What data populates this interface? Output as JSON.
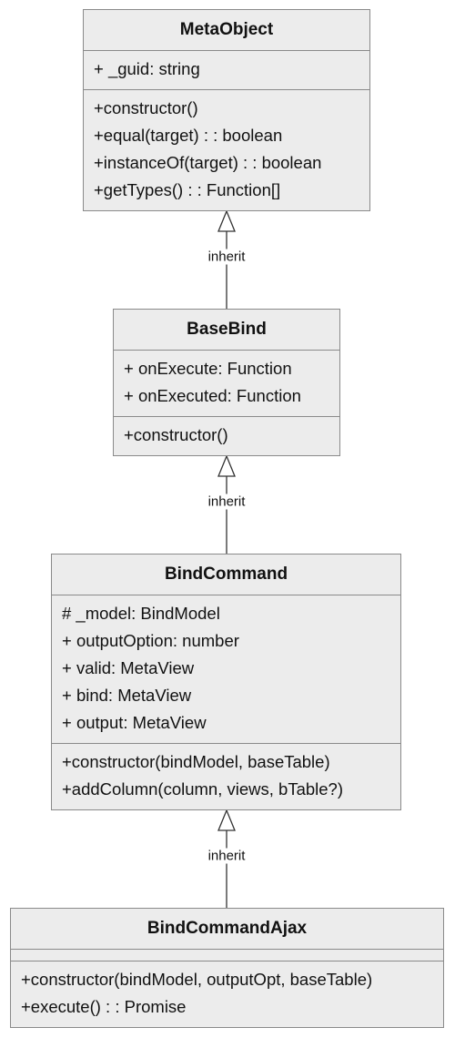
{
  "classes": [
    {
      "name": "MetaObject",
      "attributes": [
        "+ _guid: string"
      ],
      "methods": [
        "+constructor()",
        "+equal(target) : : boolean",
        "+instanceOf(target) : : boolean",
        "+getTypes() : : Function[]"
      ]
    },
    {
      "name": "BaseBind",
      "attributes": [
        "+ onExecute: Function",
        "+ onExecuted: Function"
      ],
      "methods": [
        "+constructor()"
      ]
    },
    {
      "name": "BindCommand",
      "attributes": [
        "# _model: BindModel",
        "+ outputOption: number",
        "+ valid: MetaView",
        "+ bind: MetaView",
        "+ output: MetaView"
      ],
      "methods": [
        "+constructor(bindModel, baseTable)",
        "+addColumn(column, views, bTable?)"
      ]
    },
    {
      "name": "BindCommandAjax",
      "attributes": [],
      "methods": [
        "+constructor(bindModel, outputOpt, baseTable)",
        "+execute() : : Promise"
      ]
    }
  ],
  "relations": [
    {
      "from": "BaseBind",
      "to": "MetaObject",
      "type": "inheritance",
      "label": "inherit"
    },
    {
      "from": "BindCommand",
      "to": "BaseBind",
      "type": "inheritance",
      "label": "inherit"
    },
    {
      "from": "BindCommandAjax",
      "to": "BindCommand",
      "type": "inheritance",
      "label": "inherit"
    }
  ]
}
